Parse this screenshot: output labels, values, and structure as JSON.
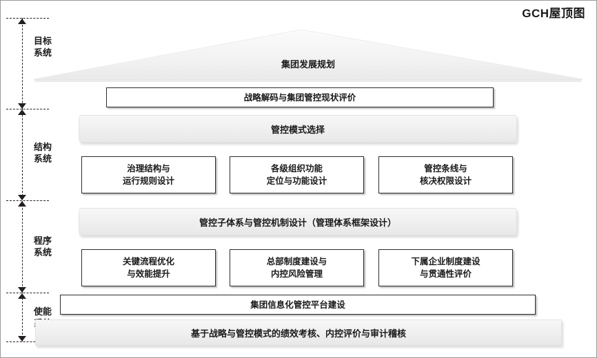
{
  "title": "GCH屋顶图",
  "stages": [
    {
      "line1": "目标",
      "line2": "系统"
    },
    {
      "line1": "结构",
      "line2": "系统"
    },
    {
      "line1": "程序",
      "line2": "系统"
    },
    {
      "line1": "使能",
      "line2": "系统"
    }
  ],
  "roof": {
    "label": "集团发展规划"
  },
  "bands": {
    "strategy_decode": "战略解码与集团管控现状评价",
    "control_mode": "管控模式选择",
    "subsystem_design": "管控子体系与管控机制设计（管理体系框架设计）",
    "it_platform": "集团信息化管控平台建设",
    "performance_audit": "基于战略与管控模式的绩效考核、内控评价与审计稽核"
  },
  "structure_boxes": [
    {
      "line1": "治理结构与",
      "line2": "运行规则设计"
    },
    {
      "line1": "各级组织功能",
      "line2": "定位与功能设计"
    },
    {
      "line1": "管控条线与",
      "line2": "核决权限设计"
    }
  ],
  "process_boxes": [
    {
      "line1": "关键流程优化",
      "line2": "与效能提升"
    },
    {
      "line1": "总部制度建设与",
      "line2": "内控风险管理"
    },
    {
      "line1": "下属企业制度建设",
      "line2": "与贯通性评价"
    }
  ],
  "colors": {
    "ink": "#1a1a1a",
    "band_fill": "#efefef",
    "box_border": "#2b2b2b",
    "axis": "#231f20",
    "page_border": "#9a9a9a"
  }
}
